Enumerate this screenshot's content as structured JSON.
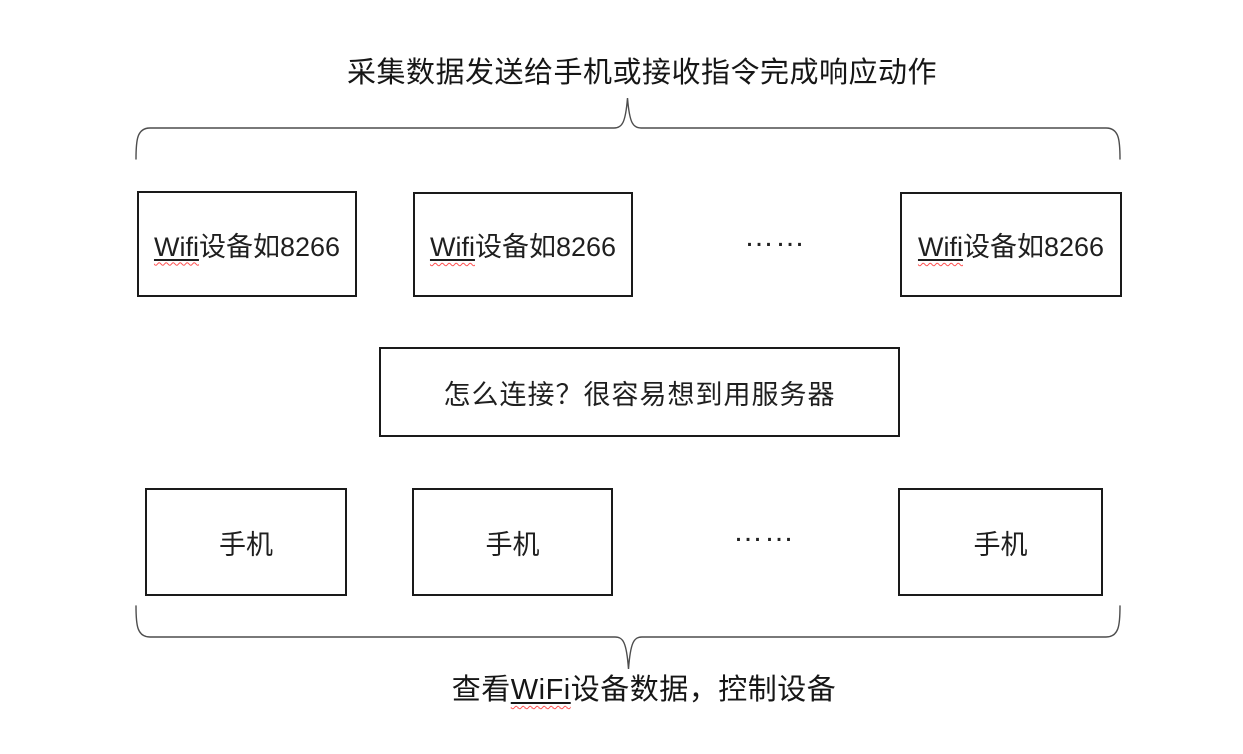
{
  "top_annotation": {
    "text": "采集数据发送给手机或接收指令完成响应动作"
  },
  "bottom_annotation": {
    "prefix": "查看",
    "wifi_word": "WiFi",
    "suffix": "设备数据，控制设备"
  },
  "wifi_row": {
    "items": [
      {
        "wifi_word": "Wifi",
        "rest": "设备如8266"
      },
      {
        "wifi_word": "Wifi",
        "rest": "设备如8266"
      },
      {
        "wifi_word": "Wifi",
        "rest": "设备如8266"
      }
    ],
    "ellipsis": "……"
  },
  "middle_box": {
    "text": "怎么连接？很容易想到用服务器"
  },
  "phone_row": {
    "items": [
      "手机",
      "手机",
      "手机"
    ],
    "ellipsis": "……"
  },
  "colors": {
    "brace": "#4d4d4d",
    "box_border": "#1a1a1a",
    "text": "#1a1a1a",
    "spellcheck_squiggle": "#ff4f4f"
  }
}
